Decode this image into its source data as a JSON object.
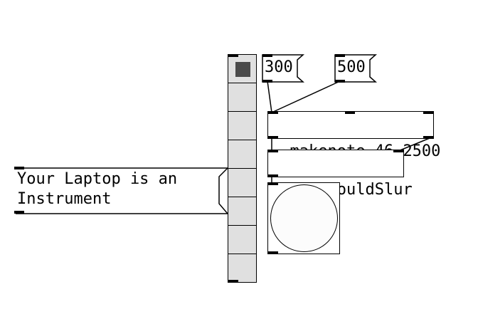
{
  "canvas": {
    "comment": {
      "line1": "Your Laptop is an",
      "line2": "Instrument"
    },
    "messages": [
      {
        "label": "300"
      },
      {
        "label": "500"
      }
    ],
    "objects": {
      "makenote": "makenote 46 2500",
      "subpatch": "pd shouldSlur"
    },
    "radio": {
      "cells": 8,
      "selected": 0
    },
    "colors": {
      "background": "#ffffff",
      "line": "#000000",
      "radio_fill": "#e0e0e0",
      "radio_mark": "#4a4a4a"
    }
  }
}
